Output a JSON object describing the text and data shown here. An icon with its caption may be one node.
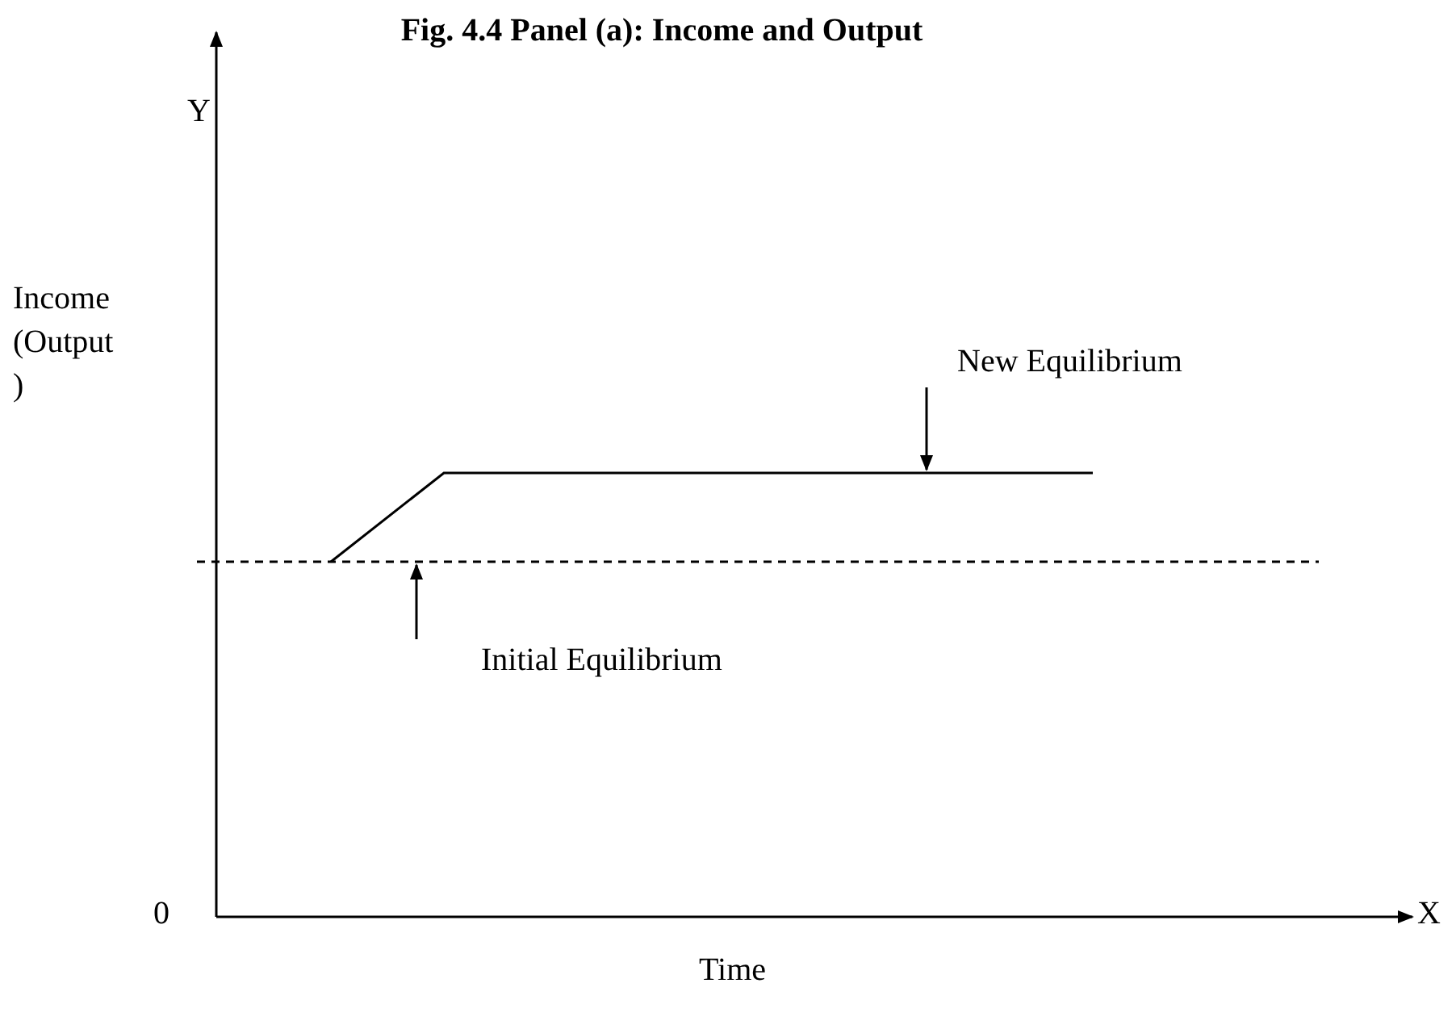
{
  "diagram": {
    "title": "Fig. 4.4 Panel (a): Income and Output",
    "nodes": [
      {
        "text": [
          "New Equilibrium"
        ]
      },
      {
        "text": [],
        "shape": "line"
      },
      {
        "text": [],
        "shape": "line"
      },
      {
        "text": [
          "Initial Equilibrium"
        ]
      }
    ],
    "edges": [
      {
        "from": 0,
        "to": 1,
        "arrow": "to"
      },
      {
        "from": 3,
        "to": 2,
        "arrow": "to"
      }
    ],
    "labels": [
      "Y",
      "Income (Output )",
      "0",
      "X",
      "Time"
    ]
  }
}
